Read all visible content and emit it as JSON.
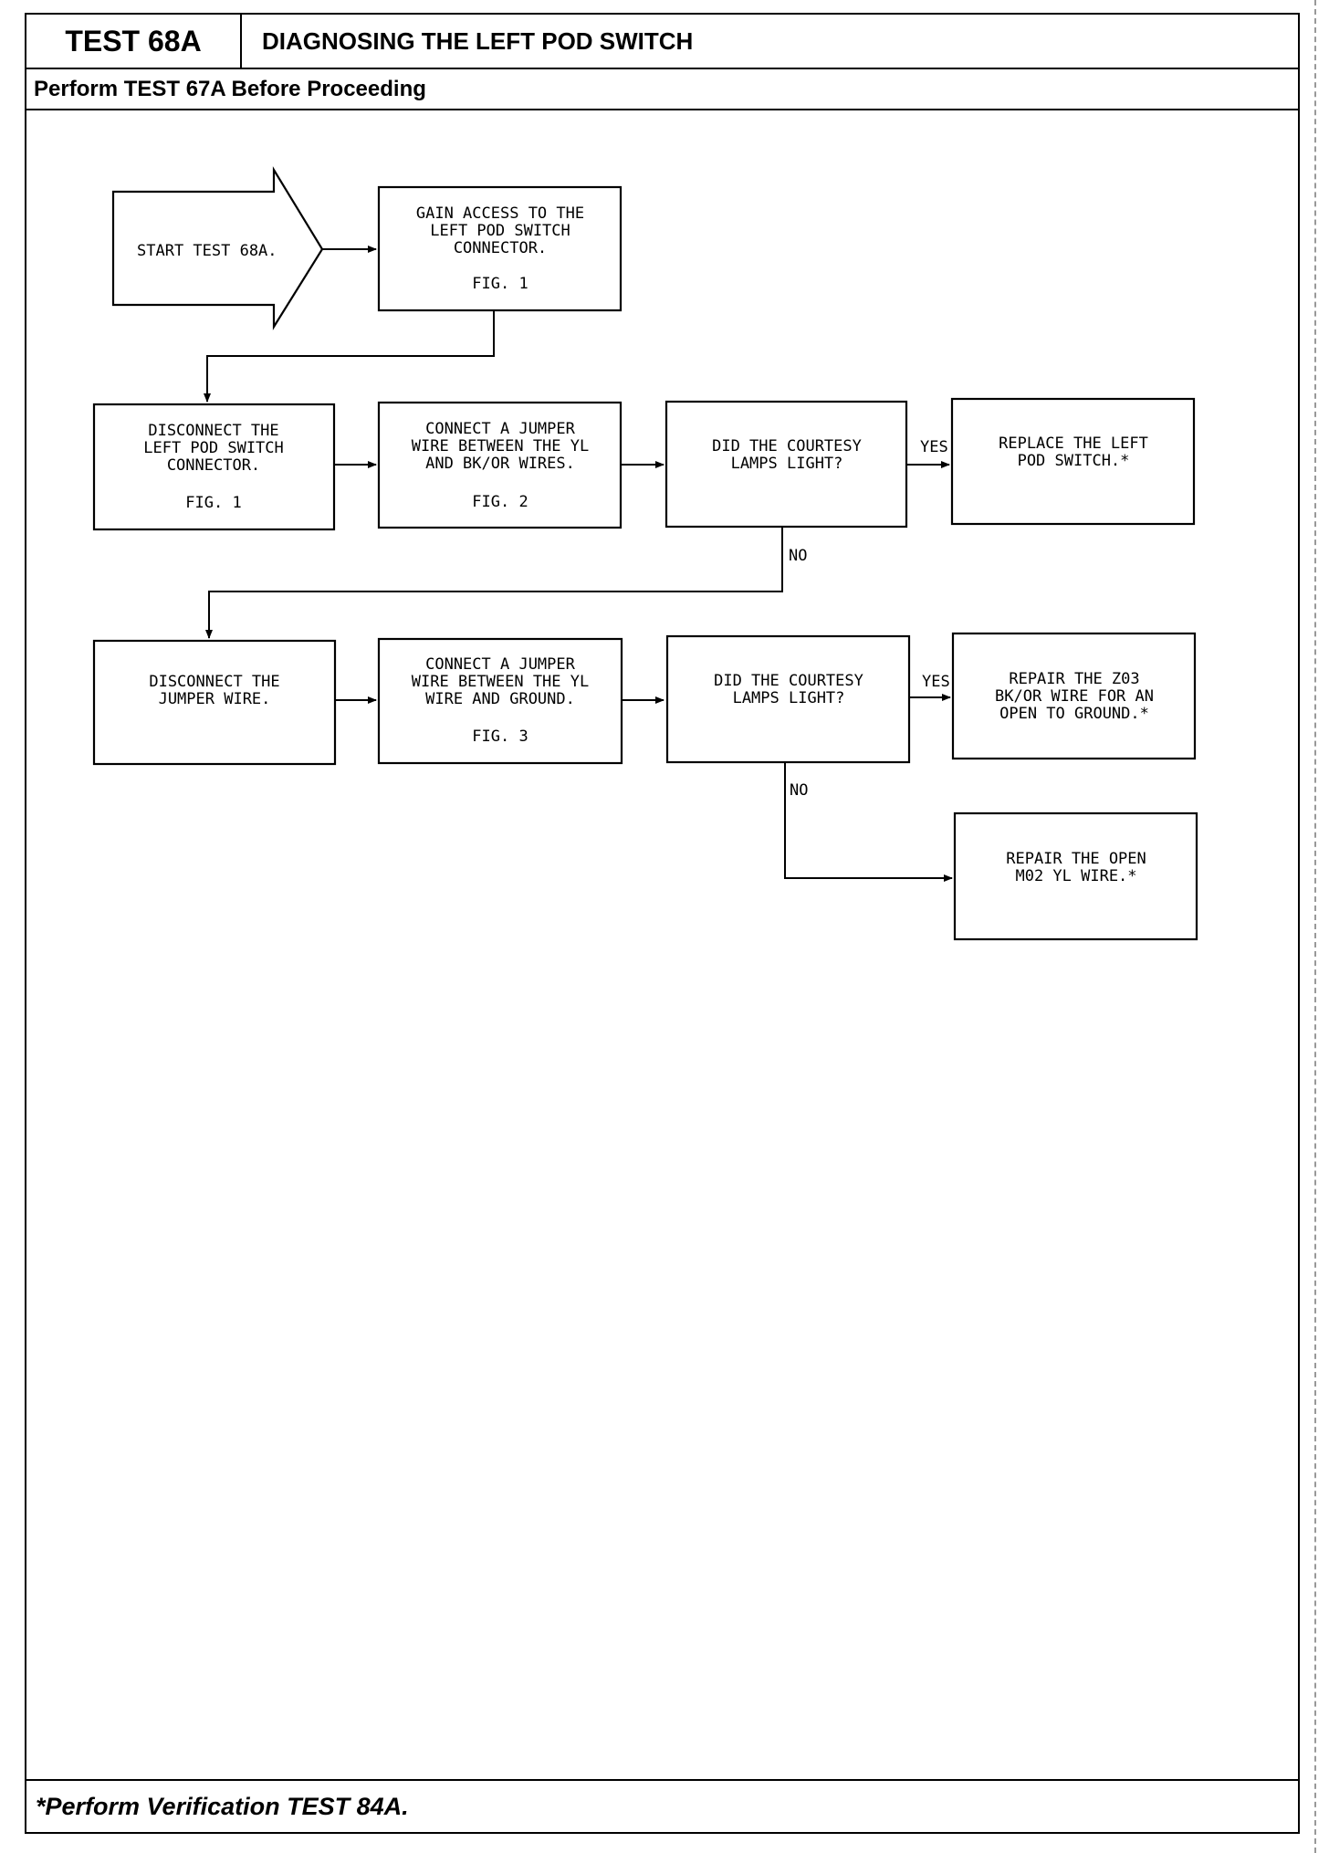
{
  "header": {
    "test_id": "TEST 68A",
    "title": "DIAGNOSING THE LEFT POD SWITCH",
    "prerequisite": "Perform TEST 67A Before Proceeding"
  },
  "footer": {
    "note": "*Perform Verification TEST 84A."
  },
  "flowchart": {
    "start": {
      "label": "START TEST 68A."
    },
    "gain_access": {
      "lines": [
        "GAIN ACCESS TO THE",
        "LEFT POD SWITCH",
        "CONNECTOR."
      ],
      "fig": "FIG. 1"
    },
    "disconnect_connector": {
      "lines": [
        "DISCONNECT THE",
        "LEFT POD SWITCH",
        "CONNECTOR."
      ],
      "fig": "FIG. 1"
    },
    "jumper_yl_bkor": {
      "lines": [
        "CONNECT A JUMPER",
        "WIRE BETWEEN THE YL",
        "AND BK/OR WIRES."
      ],
      "fig": "FIG. 2"
    },
    "decision_1": {
      "lines": [
        "DID THE COURTESY",
        "LAMPS LIGHT?"
      ]
    },
    "replace_switch": {
      "lines": [
        "REPLACE THE LEFT",
        "POD SWITCH.*"
      ]
    },
    "disconnect_jumper": {
      "lines": [
        "DISCONNECT THE",
        "JUMPER WIRE."
      ]
    },
    "jumper_yl_ground": {
      "lines": [
        "CONNECT A JUMPER",
        "WIRE BETWEEN THE YL",
        "WIRE AND GROUND."
      ],
      "fig": "FIG. 3"
    },
    "decision_2": {
      "lines": [
        "DID THE COURTESY",
        "LAMPS LIGHT?"
      ]
    },
    "repair_z03": {
      "lines": [
        "REPAIR THE Z03",
        "BK/OR WIRE FOR AN",
        "OPEN TO GROUND.*"
      ]
    },
    "repair_m02": {
      "lines": [
        "REPAIR THE OPEN",
        "M02 YL WIRE.*"
      ]
    },
    "yes_label": "YES",
    "no_label": "NO"
  }
}
